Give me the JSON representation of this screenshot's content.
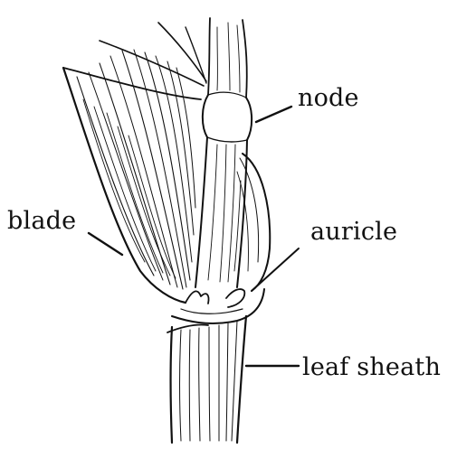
{
  "diagram": {
    "subject": "grass stem with leaf attachment",
    "ink_color": "#111111",
    "background_color": "#ffffff",
    "labels": {
      "node": "node",
      "blade": "blade",
      "auricle": "auricle",
      "leaf_sheath": "leaf sheath"
    }
  }
}
